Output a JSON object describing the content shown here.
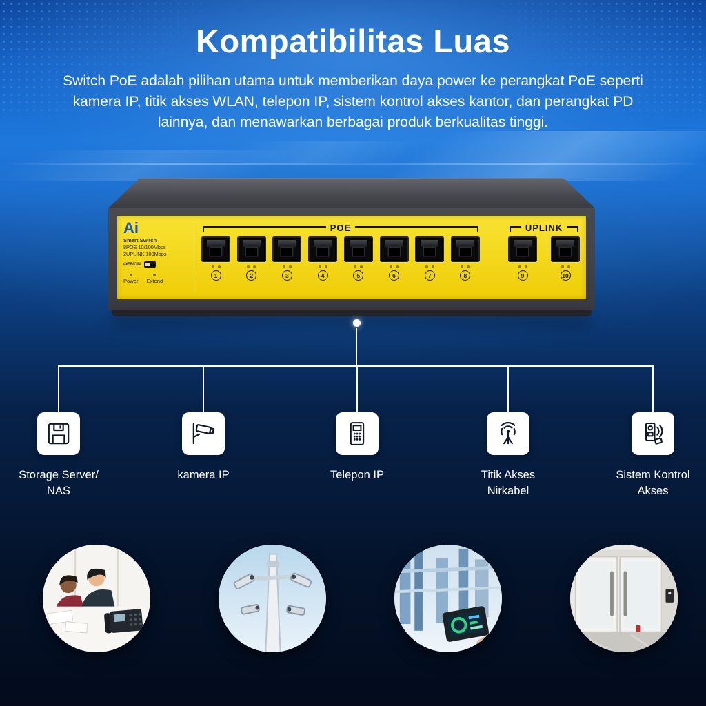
{
  "header": {
    "title": "Kompatibilitas Luas",
    "description": "Switch PoE adalah pilihan utama untuk memberikan daya power ke perangkat PoE seperti kamera IP, titik akses WLAN, telepon IP, sistem kontrol akses kantor, dan perangkat PD lainnya, dan menawarkan berbagai produk berkualitas tinggi."
  },
  "switch_panel": {
    "brand": "Ai",
    "subtitle": "Smart Switch",
    "spec_line1": "8POE 10/100Mbps",
    "spec_line2": "2UPLINK 100Mbps",
    "power_toggle_label": "OFF/ON",
    "led_power_label": "Power",
    "led_extend_label": "Extend",
    "poe_group_label": "POE",
    "uplink_group_label": "UPLINK",
    "port_numbers": [
      "1",
      "2",
      "3",
      "4",
      "5",
      "6",
      "7",
      "8",
      "9",
      "10"
    ]
  },
  "devices": [
    {
      "icon": "storage-server-icon",
      "lines": [
        "Storage Server/",
        "NAS"
      ]
    },
    {
      "icon": "cctv-camera-icon",
      "lines": [
        "kamera IP",
        ""
      ]
    },
    {
      "icon": "ip-phone-icon",
      "lines": [
        "Telepon IP",
        ""
      ]
    },
    {
      "icon": "wireless-access-point-icon",
      "lines": [
        "Titik Akses",
        "Nirkabel"
      ]
    },
    {
      "icon": "access-control-icon",
      "lines": [
        "Sistem Kontrol",
        "Akses"
      ]
    }
  ],
  "photos": [
    {
      "name": "office-ip-phone-photo"
    },
    {
      "name": "cctv-camera-pole-photo"
    },
    {
      "name": "industrial-automation-photo"
    },
    {
      "name": "glass-door-access-control-photo"
    }
  ],
  "colors": {
    "background_blue": "#1a6fd4",
    "background_navy": "#050e1f",
    "switch_panel_yellow": "#f2d60a",
    "brand_blue": "#1256c4",
    "text_white": "#ffffff"
  }
}
